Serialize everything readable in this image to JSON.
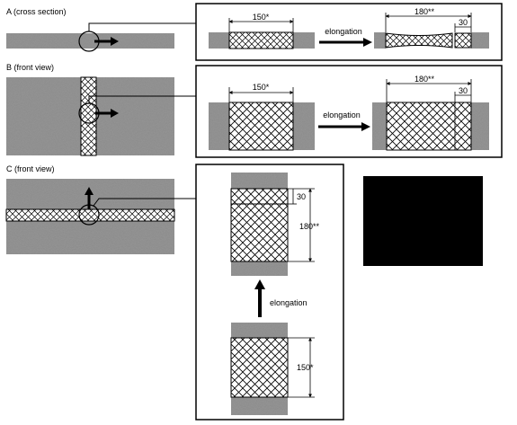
{
  "panels": {
    "a": {
      "label": "A (cross section)"
    },
    "b": {
      "label": "B (front view)"
    },
    "c": {
      "label": "C (front view)"
    }
  },
  "dimensions": {
    "original": "150*",
    "elongated": "180**",
    "increase": "30"
  },
  "arrow_label": "elongation",
  "colors": {
    "tissue": "#8a8a8a",
    "mesh": "#ffffff",
    "ink": "#000000",
    "block": "#000000"
  }
}
